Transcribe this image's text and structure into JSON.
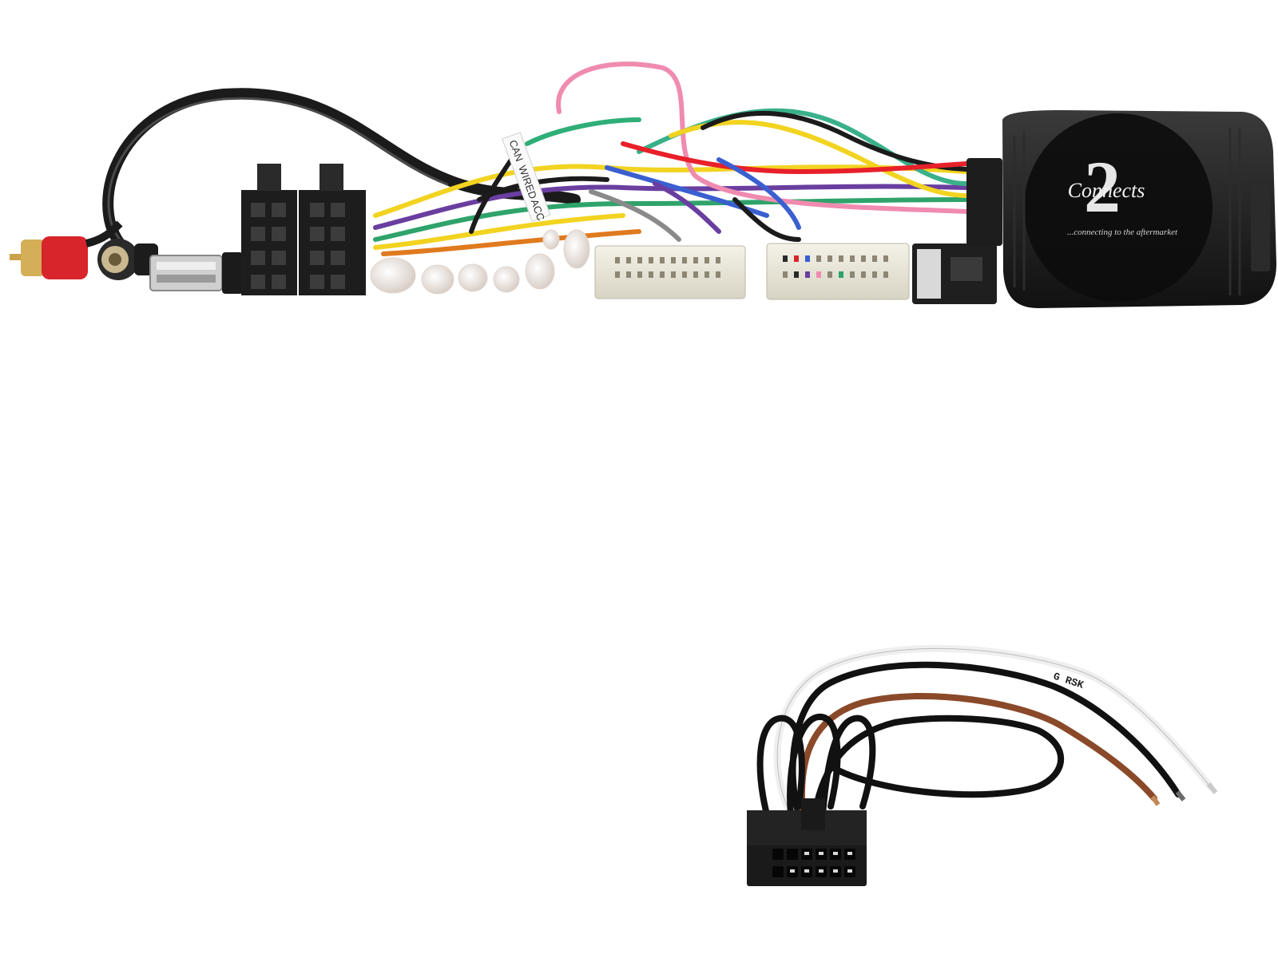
{
  "product_photo": {
    "interface_module": {
      "brand_logo_text": "Connects",
      "brand_logo_numeral": "2",
      "tagline": "...connecting to the aftermarket"
    },
    "harness_labels": [
      "CAN",
      "WIRED",
      "ACC"
    ],
    "secondary_lead_label": "G RSK"
  }
}
